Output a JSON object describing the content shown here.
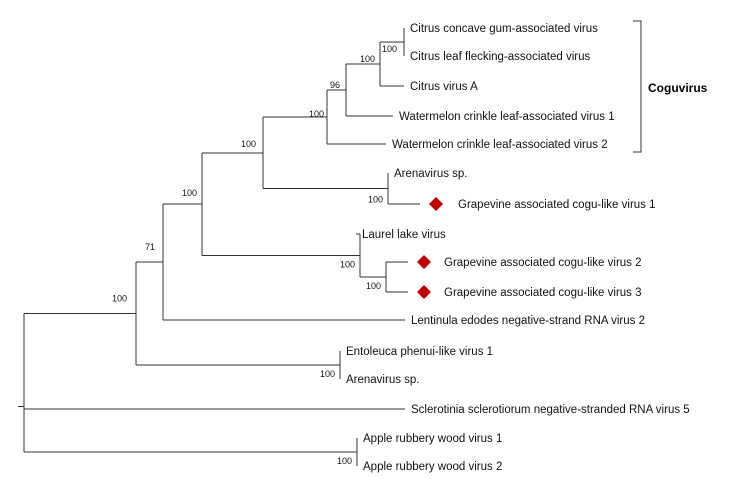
{
  "tree": {
    "marker_color": "#c00000",
    "leaves": [
      {
        "id": "L1",
        "label": "Citrus concave gum-associated virus",
        "marked": false
      },
      {
        "id": "L2",
        "label": "Citrus leaf flecking-associated virus",
        "marked": false
      },
      {
        "id": "L3",
        "label": "Citrus virus A",
        "marked": false
      },
      {
        "id": "L4",
        "label": "Watermelon crinkle leaf-associated virus 1",
        "marked": false
      },
      {
        "id": "L5",
        "label": "Watermelon crinkle leaf-associated virus 2",
        "marked": false
      },
      {
        "id": "L6",
        "label": "Arenavirus sp.",
        "marked": false
      },
      {
        "id": "L7",
        "label": "Grapevine associated cogu-like virus 1",
        "marked": true
      },
      {
        "id": "L8",
        "label": "Laurel lake virus",
        "marked": false
      },
      {
        "id": "L9",
        "label": "Grapevine associated  cogu-like virus 2",
        "marked": true
      },
      {
        "id": "L10",
        "label": "Grapevine associated cogu-like virus 3",
        "marked": true
      },
      {
        "id": "L11",
        "label": "Lentinula edodes negative-strand RNA virus 2",
        "marked": false
      },
      {
        "id": "L12",
        "label": "Entoleuca phenui-like virus 1",
        "marked": false
      },
      {
        "id": "L13",
        "label": "Arenavirus sp.",
        "marked": false
      },
      {
        "id": "L14",
        "label": "Sclerotinia sclerotiorum negative-stranded RNA virus 5",
        "marked": false
      },
      {
        "id": "L15",
        "label": "Apple rubbery wood virus 1",
        "marked": false
      },
      {
        "id": "L16",
        "label": "Apple rubbery wood virus 2",
        "marked": false
      }
    ],
    "support_values": {
      "n_cit12": "100",
      "n_cit123": "100",
      "n_wat1": "96",
      "n_coguvirus": "100",
      "n_upper": "100",
      "n_grape1": "100",
      "n_laurel": "100",
      "n_grape23": "100",
      "n_main": "100",
      "n_71": "71",
      "n_root_ingroup": "100",
      "n_entoleuca": "100",
      "n_apple": "100"
    },
    "clade": {
      "label": "Coguvirus"
    }
  }
}
